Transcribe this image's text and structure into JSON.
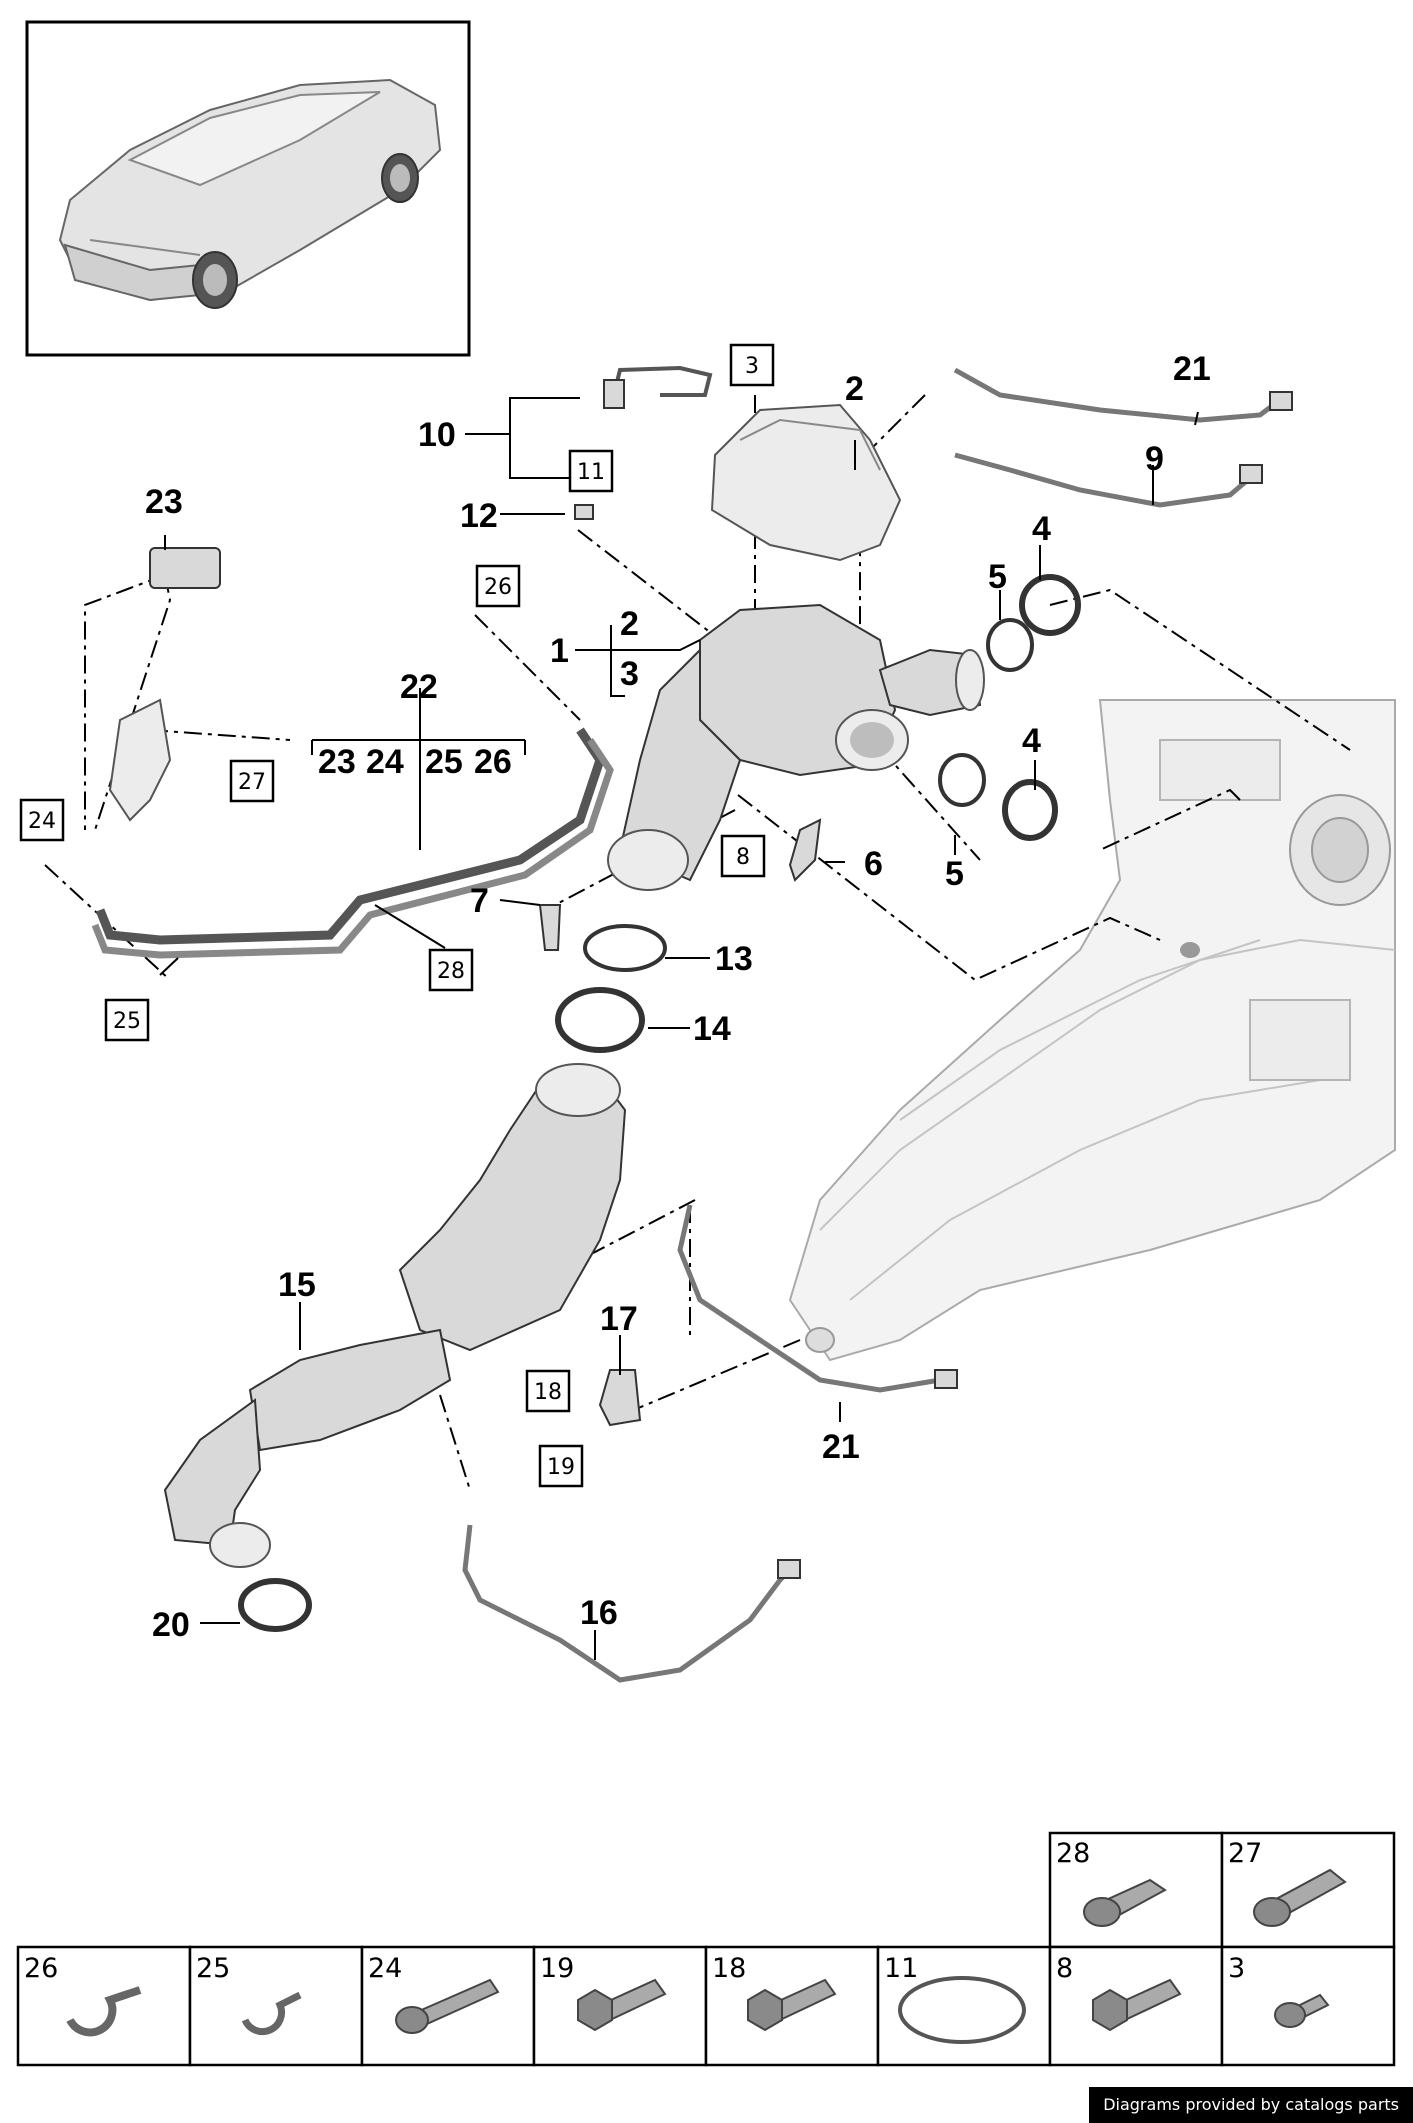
{
  "callouts": {
    "c1": "1",
    "c2": "2",
    "c2b": "2",
    "c3": "3",
    "c4a": "4",
    "c4b": "4",
    "c5a": "5",
    "c5b": "5",
    "c6": "6",
    "c7": "7",
    "c9": "9",
    "c10": "10",
    "c12": "12",
    "c13": "13",
    "c14": "14",
    "c15": "15",
    "c16": "16",
    "c17": "17",
    "c20": "20",
    "c21a": "21",
    "c21b": "21",
    "c22": "22",
    "c23": "23",
    "c22_23": "23",
    "c22_24": "24",
    "c22_25": "25",
    "c22_26": "26"
  },
  "boxed_refs": {
    "b3": "3",
    "b11": "11",
    "b26": "26",
    "b27": "27",
    "b24": "24",
    "b8": "8",
    "b28": "28",
    "b25": "25",
    "b18": "18",
    "b19": "19"
  },
  "thumbnails": {
    "top_row": [
      "28",
      "27"
    ],
    "bottom_row": [
      "26",
      "25",
      "24",
      "19",
      "18",
      "11",
      "8",
      "3"
    ]
  },
  "footer": "Diagrams provided by catalogs parts"
}
